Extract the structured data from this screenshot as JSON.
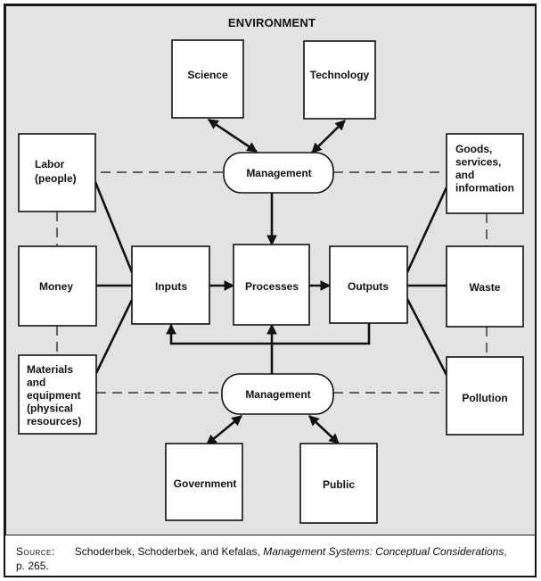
{
  "environment_label": "ENVIRONMENT",
  "nodes": {
    "science": [
      "Science"
    ],
    "technology": [
      "Technology"
    ],
    "management_top": [
      "Management"
    ],
    "labor": [
      "Labor",
      "(people)"
    ],
    "money": [
      "Money"
    ],
    "materials": [
      "Materials",
      "and",
      "equipment",
      "(physical",
      "resources)"
    ],
    "inputs": [
      "Inputs"
    ],
    "processes": [
      "Processes"
    ],
    "outputs": [
      "Outputs"
    ],
    "goods": [
      "Goods,",
      "services,",
      "and",
      "information"
    ],
    "waste": [
      "Waste"
    ],
    "pollution": [
      "Pollution"
    ],
    "management_bottom": [
      "Management"
    ],
    "government": [
      "Government"
    ],
    "public": [
      "Public"
    ]
  },
  "caption": {
    "source_label": "Source:",
    "authors": "Schoderbek, Schoderbek, and Kefalas, ",
    "title": "Management Systems: Conceptual Considerations",
    "tail": ",",
    "page": "p. 265."
  },
  "colors": {
    "panel": "#e3e3e1",
    "box": "#ffffff",
    "line": "#111111"
  }
}
